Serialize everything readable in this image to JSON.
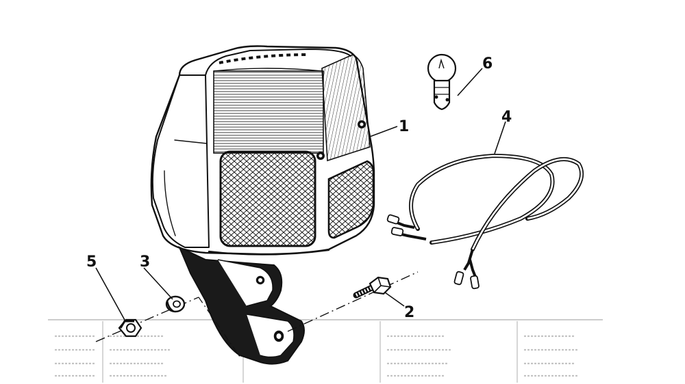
{
  "diagram": {
    "callouts": [
      {
        "id": "1",
        "label": "1"
      },
      {
        "id": "2",
        "label": "2"
      },
      {
        "id": "3",
        "label": "3"
      },
      {
        "id": "4",
        "label": "4"
      },
      {
        "id": "5",
        "label": "5"
      },
      {
        "id": "6",
        "label": "6"
      }
    ]
  },
  "colors": {
    "ink": "#111111",
    "paper": "#ffffff",
    "faint": "#9a9a9a"
  }
}
